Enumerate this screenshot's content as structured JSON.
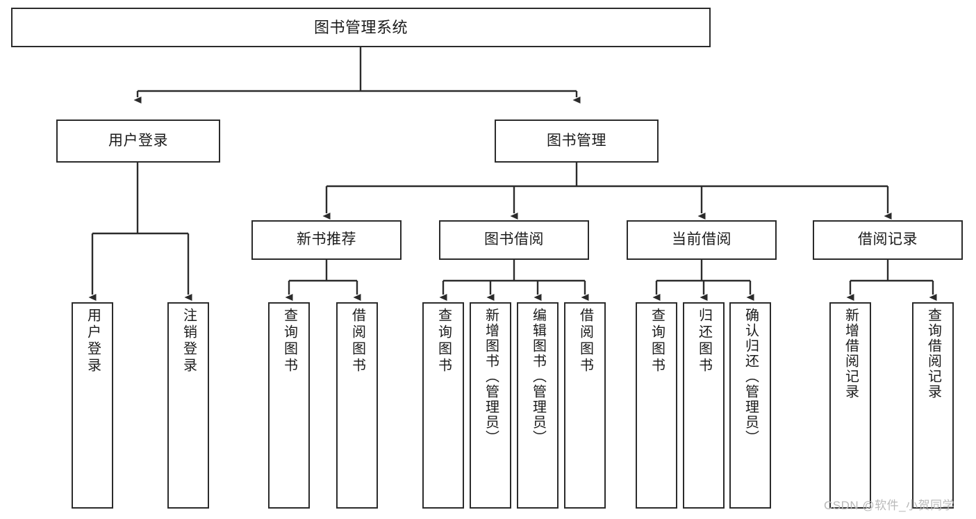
{
  "diagram": {
    "title": "图书管理系统",
    "type": "hierarchy-tree",
    "root": {
      "label": "图书管理系统"
    },
    "level1": [
      {
        "label": "用户登录"
      },
      {
        "label": "图书管理"
      }
    ],
    "level2": [
      {
        "label": "新书推荐"
      },
      {
        "label": "图书借阅"
      },
      {
        "label": "当前借阅"
      },
      {
        "label": "借阅记录"
      }
    ],
    "leaves": {
      "user_login": [
        {
          "label": "用户登录"
        },
        {
          "label": "注销登录"
        }
      ],
      "new_book": [
        {
          "label": "查询图书"
        },
        {
          "label": "借阅图书"
        }
      ],
      "book_borrow": [
        {
          "label": "查询图书"
        },
        {
          "label": "新增图书（管理员）"
        },
        {
          "label": "编辑图书（管理员）"
        },
        {
          "label": "借阅图书"
        }
      ],
      "current_borrow": [
        {
          "label": "查询图书"
        },
        {
          "label": "归还图书"
        },
        {
          "label": "确认归还（管理员）"
        }
      ],
      "borrow_record": [
        {
          "label": "新增借阅记录"
        },
        {
          "label": "查询借阅记录"
        }
      ]
    }
  },
  "watermark": {
    "text": "CSDN @软件_小贺同学"
  },
  "colors": {
    "stroke": "#2b2b2b",
    "background": "#ffffff",
    "text": "#1b1b1b",
    "watermark": "#b9b9b9"
  }
}
